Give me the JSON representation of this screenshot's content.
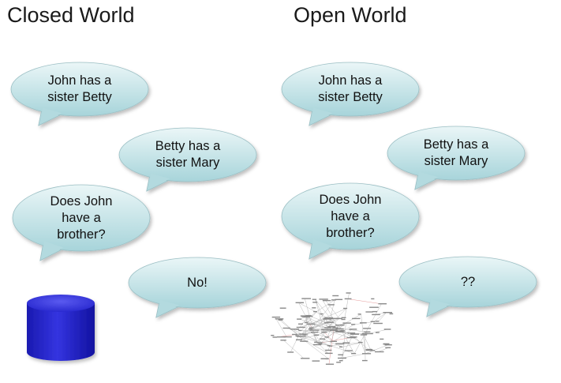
{
  "titles": {
    "closed": "Closed World",
    "open": "Open World"
  },
  "closed_world": {
    "bubbles": [
      "John has a\nsister Betty",
      "Betty has a\nsister Mary",
      "Does John\nhave a\nbrother?",
      "No!"
    ]
  },
  "open_world": {
    "bubbles": [
      "John has a\nsister Betty",
      "Betty has a\nsister Mary",
      "Does John\nhave a\nbrother?",
      "??"
    ]
  },
  "colors": {
    "bubble_fill_light": "#e6f4f5",
    "bubble_fill_dark": "#a9d6dc",
    "bubble_stroke": "#9bbfc4",
    "database_blue": "#2424c8"
  },
  "icons": {
    "closed_world_icon": "database-cylinder-icon",
    "open_world_icon": "network-graph-icon"
  }
}
